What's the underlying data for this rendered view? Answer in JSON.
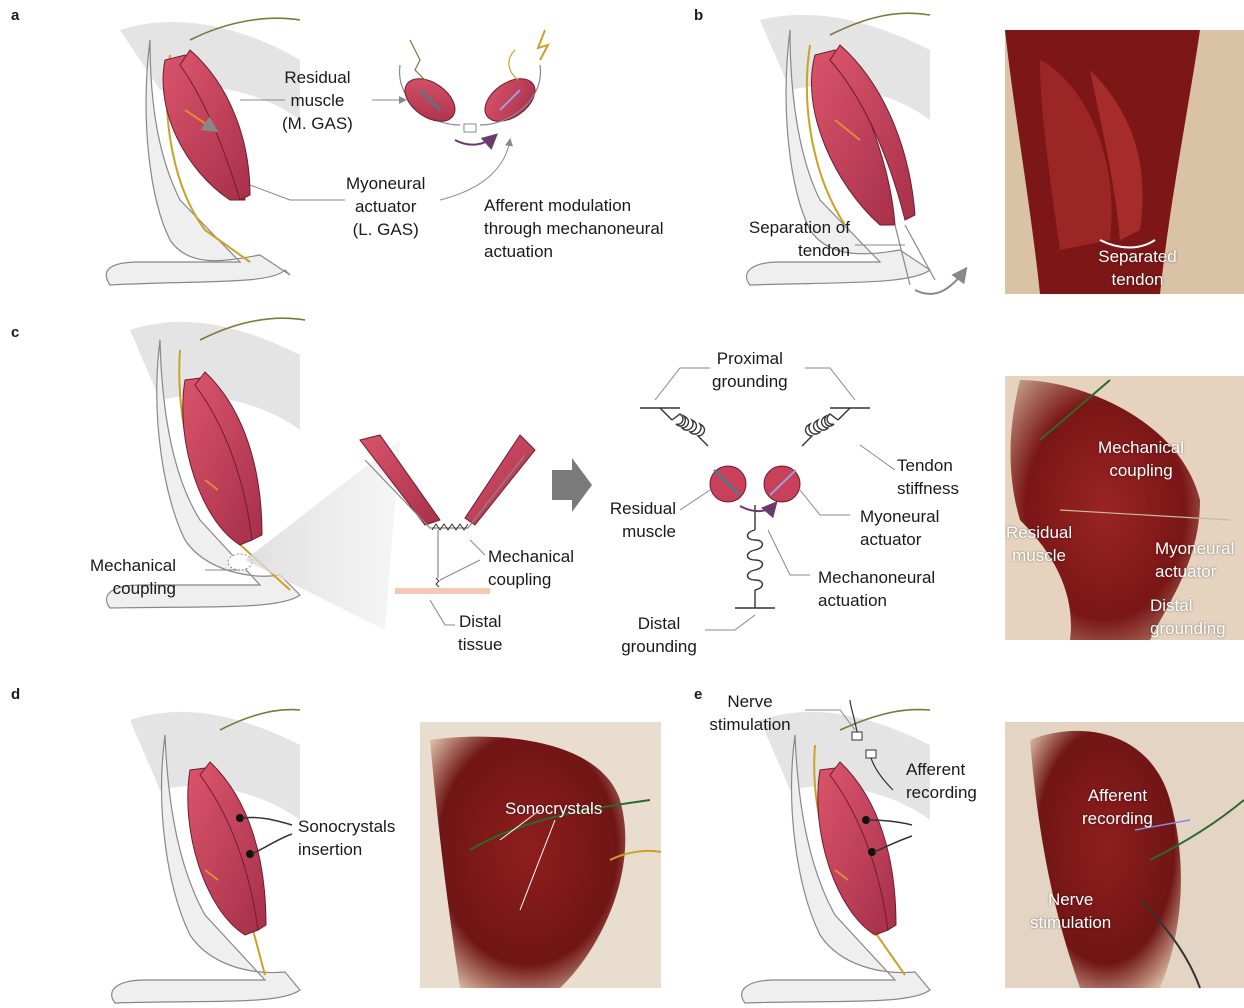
{
  "panel_letters": [
    "a",
    "b",
    "c",
    "d",
    "e"
  ],
  "panel_a": {
    "residual_muscle": "Residual\nmuscle\n(M. GAS)",
    "myoneural_actuator": "Myoneural\nactuator\n(L. GAS)",
    "afferent_modulation": "Afferent modulation\nthrough mechanoneural\nactuation"
  },
  "panel_b": {
    "separation_of_tendon": "Separation of\ntendon",
    "separated_tendon": "Separated\ntendon"
  },
  "panel_c": {
    "mechanical_coupling_left": "Mechanical\ncoupling",
    "mechanical_coupling_mid": "Mechanical\ncoupling",
    "distal_tissue": "Distal\ntissue",
    "proximal_grounding": "Proximal\ngrounding",
    "tendon_stiffness": "Tendon\nstiffness",
    "residual_muscle": "Residual\nmuscle",
    "myoneural_actuator": "Myoneural\nactuator",
    "mechanoneural_actuation": "Mechanoneural\nactuation",
    "distal_grounding": "Distal\ngrounding",
    "photo_mechanical_coupling": "Mechanical\ncoupling",
    "photo_residual_muscle": "Residual\nmuscle",
    "photo_myoneural_actuator": "Myoneural\nactuator",
    "photo_distal_grounding": "Distal\ngrounding"
  },
  "panel_d": {
    "sonocrystals_insertion": "Sonocrystals\ninsertion",
    "photo_sonocrystals": "Sonocrystals"
  },
  "panel_e": {
    "nerve_stimulation": "Nerve\nstimulation",
    "afferent_recording": "Afferent\nrecording",
    "photo_afferent_recording": "Afferent\nrecording",
    "photo_nerve_stimulation": "Nerve\nstimulation"
  },
  "colors": {
    "muscle": "#c8405a",
    "muscle_dark": "#9b2a40",
    "limb_fill": "#eeeeee",
    "shadow": "#d9d9d9",
    "nerve_olive": "#7a7a3a",
    "nerve_gold": "#c9a227",
    "teal_arrow": "#2e8b8b",
    "lavender_arrow": "#9aa0d8",
    "purple_arrow": "#6b3a6b",
    "tissue": "#f3c9b4",
    "tissue_photo": "#8a1a1a"
  }
}
